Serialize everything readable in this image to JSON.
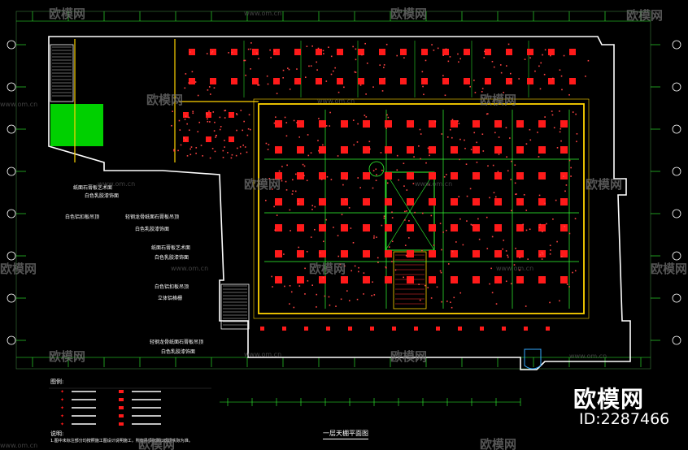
{
  "drawing": {
    "sheet_title": "一层天棚平面图",
    "legend_title": "图例:",
    "notes_title": "说明:",
    "notes_text": "1.图中未标注部分均按照施工图设计说明施工，所有吊顶标高以现场实际为准。"
  },
  "annotations": [
    "纸面石膏板艺术面",
    "白色乳胶漆饰面",
    "白色铝扣板吊顶",
    "轻钢龙骨纸面石膏板吊顶",
    "白色乳胶漆饰面",
    "纸面石膏板艺术面",
    "白色乳胶漆饰面",
    "白色铝扣板吊顶",
    "立体铝格栅",
    "轻钢龙骨纸面石膏板吊顶",
    "白色乳胶漆饰面"
  ],
  "watermark": {
    "brand": "欧模网",
    "url": "www.om.cn",
    "id": "ID:2287466"
  },
  "colors": {
    "background": "#000000",
    "wall": "#ffffff",
    "panel_red": "#ff1a1a",
    "dim_green": "#00ff00",
    "corridor_yellow": "#ffd400",
    "grid_green": "#33ff33"
  }
}
